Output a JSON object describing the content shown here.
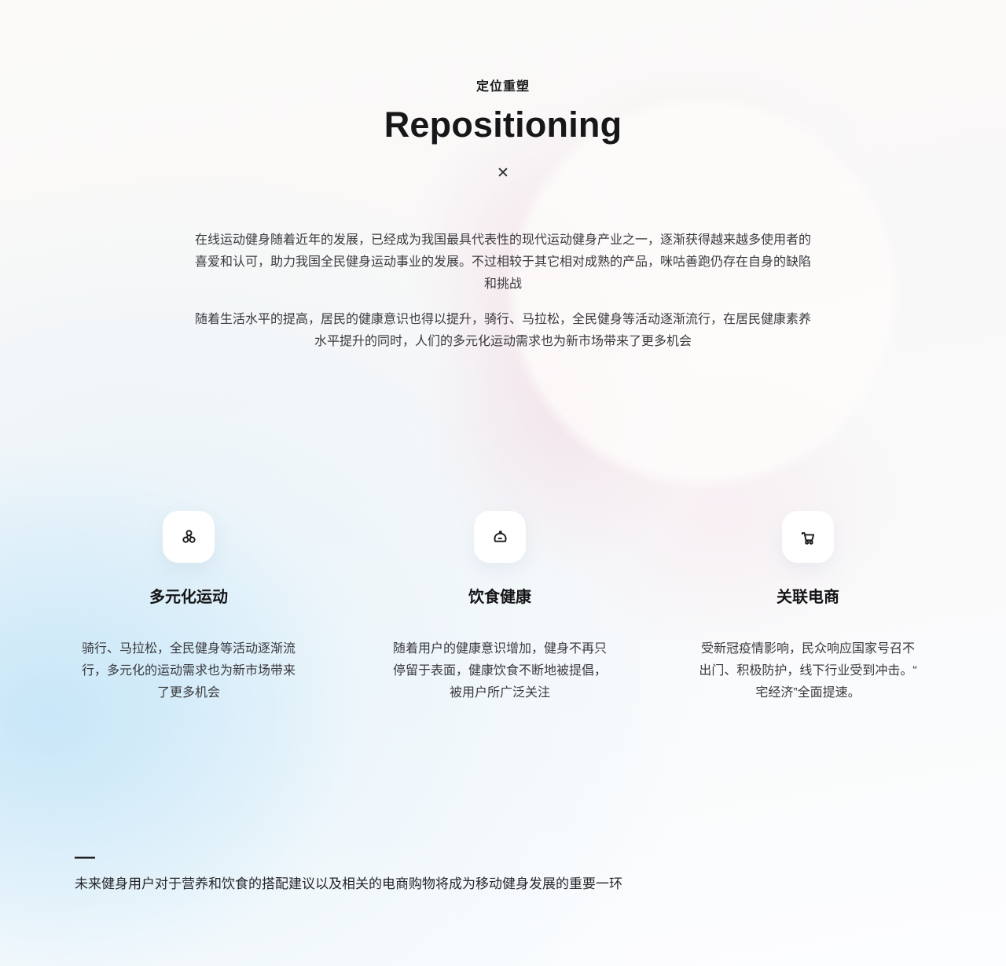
{
  "header": {
    "eyebrow": "定位重塑",
    "title": "Repositioning",
    "divider_glyph": "✕"
  },
  "intro": {
    "p1_lines": [
      "在线运动健身随着近年的发展，已经成为我国最具代表性的现代运动健身产业之一，逐渐获得越来越多使用者的",
      "喜爱和认可，助力我国全民健身运动事业的发展。不过相较于其它相对成熟的产品，咪咕善跑仍存在自身的缺陷",
      "和挑战"
    ],
    "p2_lines": [
      "随着生活水平的提高，居民的健康意识也得以提升，骑行、马拉松，全民健身等活动逐渐流行，在居民健康素养",
      "水平提升的同时，人们的多元化运动需求也为新市场带来了更多机会"
    ]
  },
  "features": [
    {
      "icon": "sports-cluster-icon",
      "title": "多元化运动",
      "body_lines": [
        "骑行、马拉松，全民健身等活动逐渐流",
        "行，多元化的运动需求也为新市场带来",
        "了更多机会"
      ]
    },
    {
      "icon": "food-bun-icon",
      "title": "饮食健康",
      "body_lines": [
        "随着用户的健康意识增加，健身不再只",
        "停留于表面，健康饮食不断地被提倡，",
        "被用户所广泛关注"
      ]
    },
    {
      "icon": "shopping-cart-icon",
      "title": "关联电商",
      "body_lines": [
        "受新冠疫情影响，民众响应国家号召不",
        "出门、积极防护，线下行业受到冲击。“",
        "宅经济”全面提速。"
      ]
    }
  ],
  "footer": {
    "dash": "—",
    "note": "未来健身用户对于营养和饮食的搭配建议以及相关的电商购物将成为移动健身发展的重要一环"
  },
  "colors": {
    "heading_text": "#17171a",
    "body_text": "#3a3a3f",
    "background_blue": "#c8e6f8",
    "background_pink": "#f1e0e8",
    "card_background": "#ffffff",
    "icon_stroke": "#1b1b1d"
  }
}
